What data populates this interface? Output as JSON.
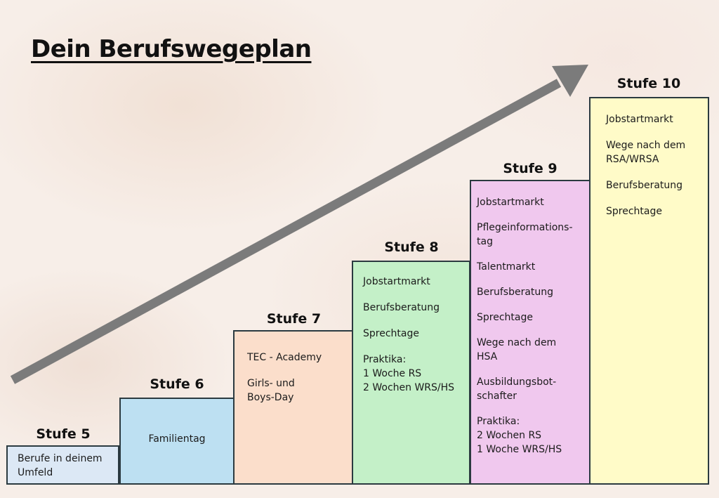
{
  "title": "Dein Berufswegeplan",
  "colors": {
    "arrow": "#7b7b7b",
    "border": "#2b3a40",
    "stufe5": "#dce8f5",
    "stufe6": "#bde0f2",
    "stufe7": "#fbdecb",
    "stufe8": "#c4f0c8",
    "stufe9": "#f0c8ee",
    "stufe10": "#fffbc8"
  },
  "stages": [
    {
      "label": "Stufe 5",
      "items": [
        "Berufe in deinem\nUmfeld"
      ]
    },
    {
      "label": "Stufe 6",
      "items": [
        "Familientag"
      ]
    },
    {
      "label": "Stufe 7",
      "items": [
        "TEC - Academy",
        "Girls- und\nBoys-Day"
      ]
    },
    {
      "label": "Stufe 8",
      "items": [
        "Jobstartmarkt",
        "Berufsberatung",
        "Sprechtage",
        "Praktika:\n1 Woche RS\n2 Wochen WRS/HS"
      ]
    },
    {
      "label": "Stufe 9",
      "items": [
        "Jobstartmarkt",
        "Pflegeinformations-\ntag",
        "Talentmarkt",
        "Berufsberatung",
        "Sprechtage",
        "Wege nach dem\nHSA",
        "Ausbildungsbot-\nschafter",
        "Praktika:\n2 Wochen RS\n1 Woche WRS/HS"
      ]
    },
    {
      "label": "Stufe 10",
      "items": [
        "Jobstartmarkt",
        "Wege nach dem\nRSA/WRSA",
        "Berufsberatung",
        "Sprechtage"
      ]
    }
  ]
}
